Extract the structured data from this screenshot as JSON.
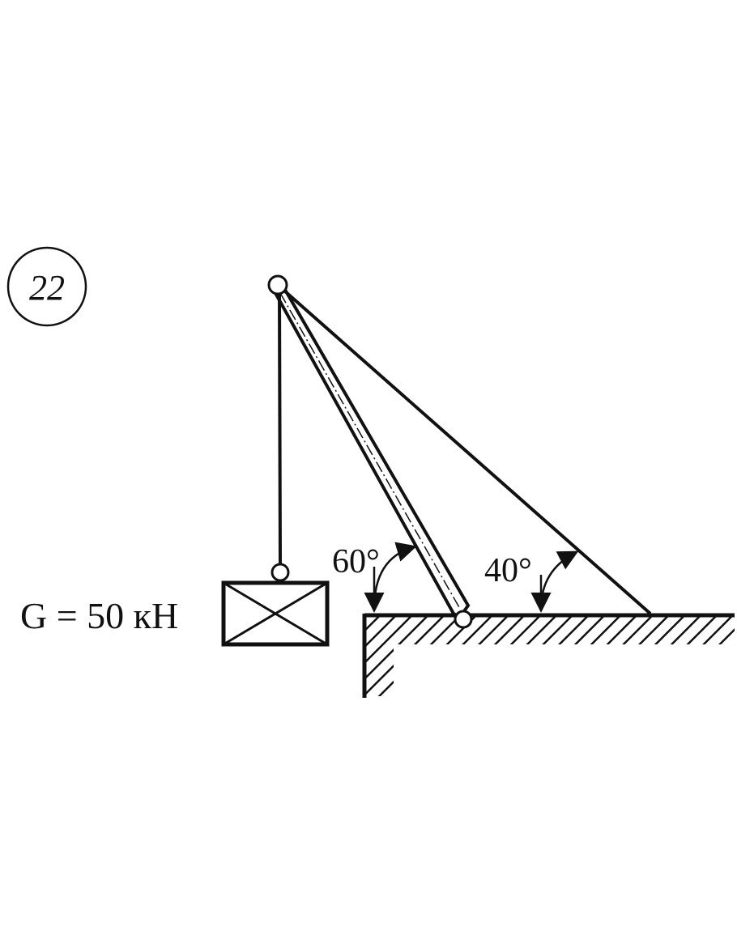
{
  "problem_number": "22",
  "load_label": "G = 50 кН",
  "angle_boom": "60°",
  "angle_cable": "40°",
  "colors": {
    "ink": "#111111",
    "paper": "#ffffff"
  }
}
